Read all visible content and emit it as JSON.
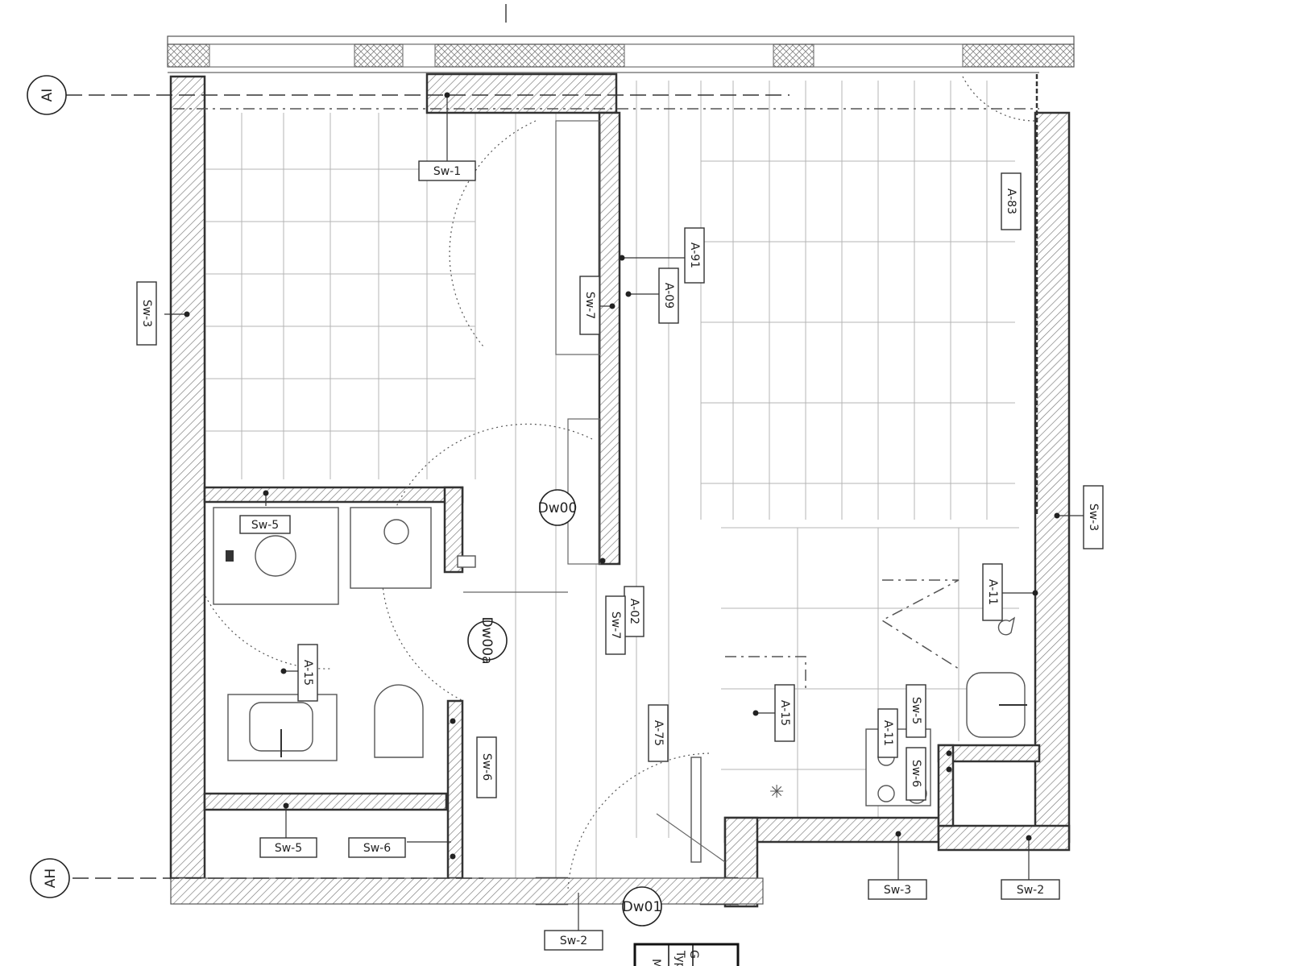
{
  "grid_lines": {
    "top": "AI",
    "bottom": "AH"
  },
  "doors": {
    "dw00": "Dw00",
    "dw00a": "Dw00a",
    "dw01": "Dw01"
  },
  "tags": {
    "sw1": "Sw-1",
    "sw3_left": "Sw-3",
    "sw3_right": "Sw-3",
    "sw3_bottom": "Sw-3",
    "sw7_upper": "Sw-7",
    "sw7_lower": "Sw-7",
    "sw5_bath": "Sw-5",
    "sw5_bottom": "Sw-5",
    "sw5_right": "Sw-5",
    "sw6_bottom": "Sw-6",
    "sw6_corridor": "Sw-6",
    "sw6_right": "Sw-6",
    "sw2_bottom": "Sw-2",
    "sw2_right": "Sw-2",
    "a91": "A-91",
    "a09": "A-09",
    "a83": "A-83",
    "a02": "A-02",
    "a11_upper": "A-11",
    "a11_lower": "A-11",
    "a15_bath": "A-15",
    "a15_kitchen": "A-15",
    "a75": "A-75"
  },
  "title_block": {
    "line1": "Typ",
    "line2": "G",
    "line3": "M"
  }
}
